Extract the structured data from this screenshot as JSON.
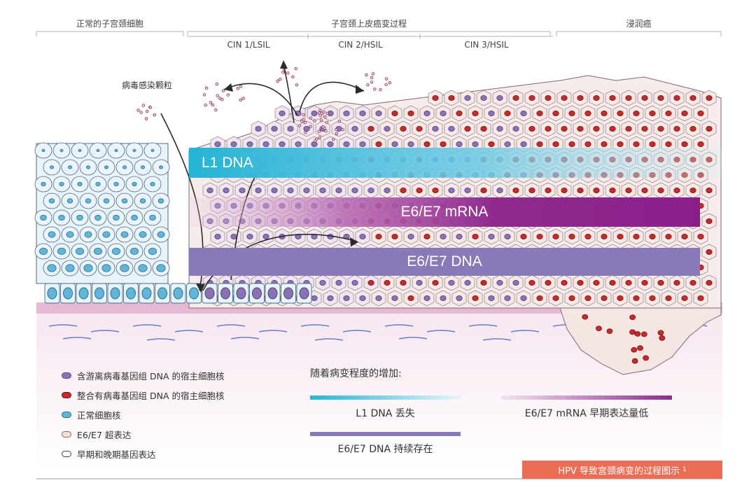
{
  "headers": {
    "normal": "正常的子宫颈细胞",
    "process": "子宫颈上皮癌变过程",
    "invasive": "浸润癌",
    "cin1": "CIN 1/LSIL",
    "cin2": "CIN 2/HSIL",
    "cin3": "CIN 3/HSIL"
  },
  "particles_label": "病毒感染颗粒",
  "bars": {
    "l1": "L1 DNA",
    "e6e7_mrna": "E6/E7 mRNA",
    "e6e7_dna": "E6/E7 DNA"
  },
  "legend": [
    {
      "label": "含游离病毒基因组 DNA 的宿主细胞核",
      "fill": "#8a72b6",
      "border": "#5c4a86"
    },
    {
      "label": "整合有病毒基因组 DNA 的宿主细胞核",
      "fill": "#c62b2b",
      "border": "#7a1010"
    },
    {
      "label": "正常细胞核",
      "fill": "#5fb6d8",
      "border": "#2b6f8a"
    },
    {
      "label": "E6/E7 超表达",
      "fill": "#f4e2d6",
      "border": "#8a6a5a"
    },
    {
      "label": "早期和晚期基因表达",
      "fill": "#ffffff",
      "border": "#444444"
    }
  ],
  "trend": {
    "title": "随着病变程度的增加:",
    "l1_loss": "L1 DNA 丢失",
    "mrna_low": "E6/E7 mRNA 早期表达量低",
    "dna_persist": "E6/E7 DNA 持续存在"
  },
  "colors": {
    "l1": "#2fb6d6",
    "mrna": "#8f2a8e",
    "dna": "#8a79b8",
    "caption": "#e96e55"
  },
  "caption": {
    "text": "HPV 导致宫颈病变的过程图示",
    "sup": "1"
  }
}
